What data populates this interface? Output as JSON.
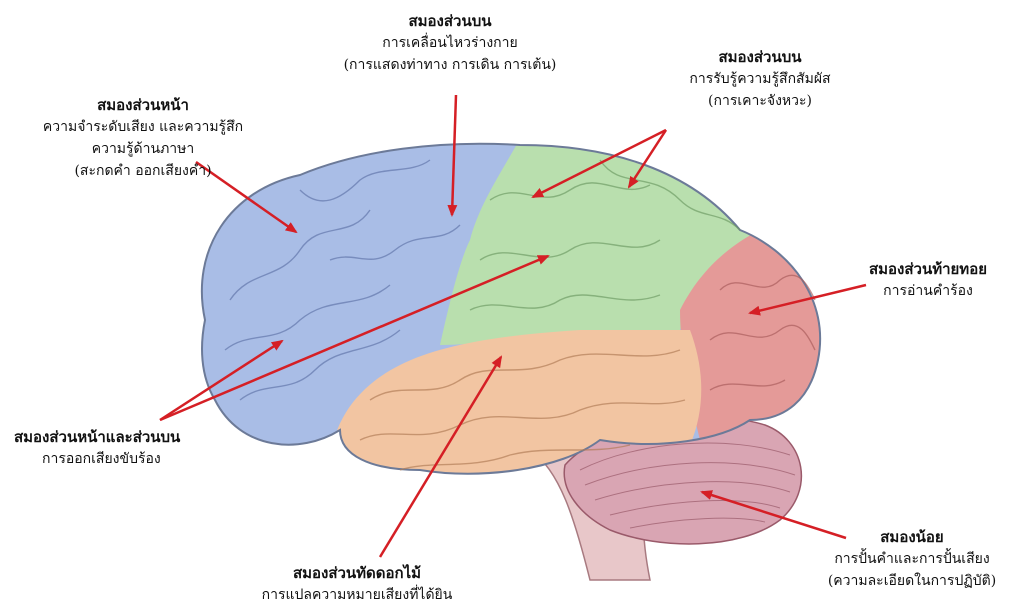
{
  "labels": {
    "frontal": {
      "title": "สมองส่วนหน้า",
      "lines": [
        "ความจำระดับเสียง และความรู้สึก",
        "ความรู้ด้านภาษา",
        "(สะกดคำ ออกเสียงคำ)"
      ]
    },
    "parietal_motor": {
      "title": "สมองส่วนบน",
      "lines": [
        "การเคลื่อนไหวร่างกาย",
        "(การแสดงท่าทาง การเดิน การเต้น)"
      ]
    },
    "parietal_sensory": {
      "title": "สมองส่วนบน",
      "lines": [
        "การรับรู้ความรู้สึกสัมผัส",
        "(การเคาะจังหวะ)"
      ]
    },
    "occipital": {
      "title": "สมองส่วนท้ายทอย",
      "lines": [
        "การอ่านคำร้อง"
      ]
    },
    "frontal_parietal": {
      "title": "สมองส่วนหน้าและส่วนบน",
      "lines": [
        "การออกเสียงขับร้อง"
      ]
    },
    "temporal": {
      "title": "สมองส่วนทัดดอกไม้",
      "lines": [
        "การแปลความหมายเสียงที่ได้ยิน"
      ]
    },
    "cerebellum": {
      "title": "สมองน้อย",
      "lines": [
        "การปั้นคำและการปั้นเสียง",
        "(ความละเอียดในการปฏิบัติ)"
      ]
    }
  },
  "colors": {
    "frontal": "#a9bde6",
    "parietal": "#b9dfae",
    "occipital": "#e49a98",
    "temporal": "#f2c5a2",
    "cerebellum": "#d9a5b3",
    "brainstem": "#e8c7c9",
    "arrow": "#d51f25"
  }
}
